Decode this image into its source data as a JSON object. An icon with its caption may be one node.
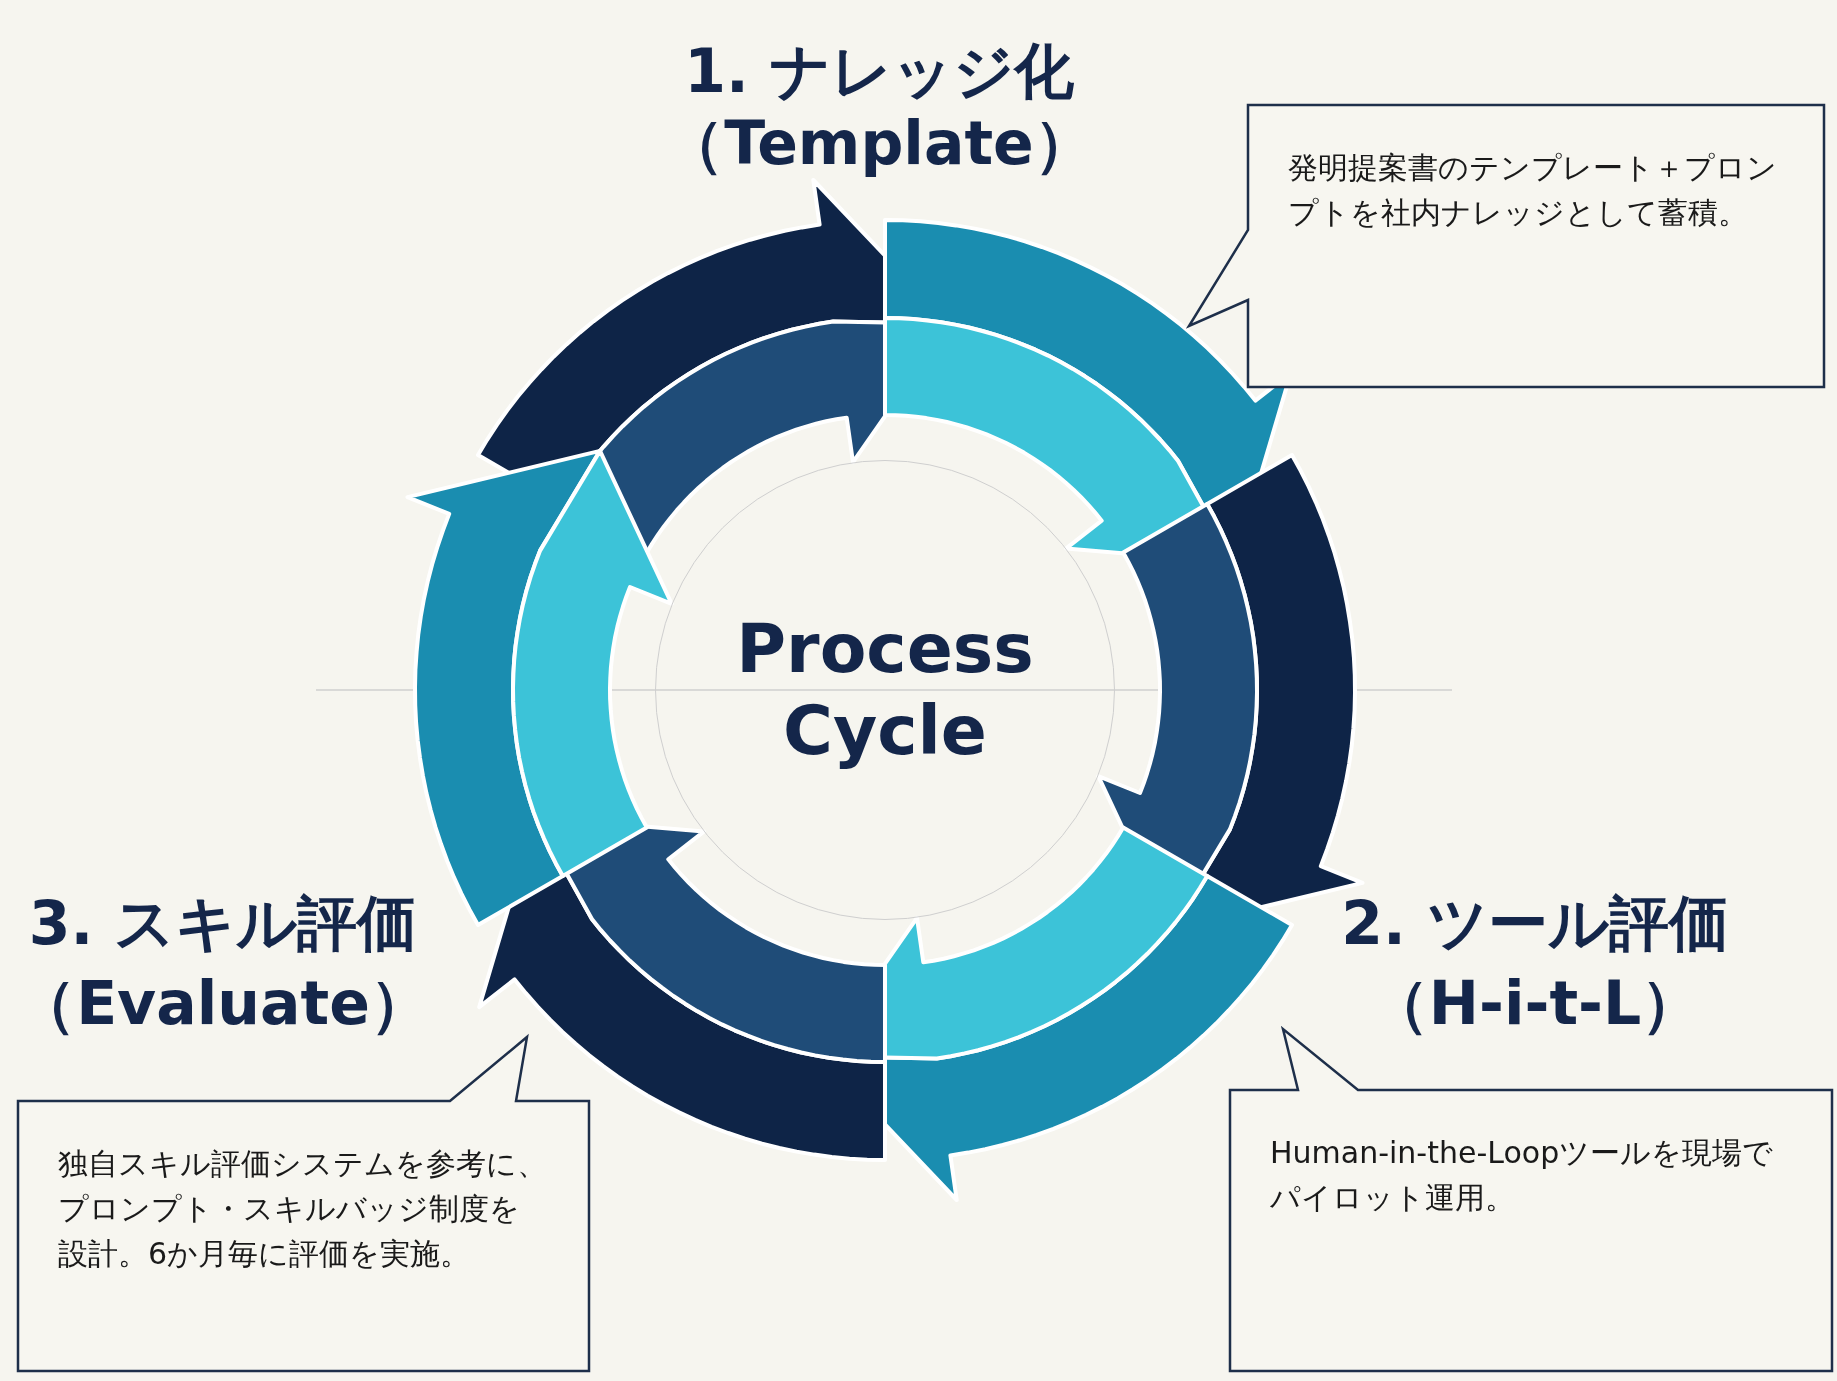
{
  "diagram": {
    "nodes": [
      {
        "text": [
          "Process Cycle"
        ]
      },
      {
        "text": [
          "発明提案書のテンプレート＋プロンプトを社内ナレッジとして蓄積。"
        ]
      },
      {
        "text": [
          "独自スキル評価システムを参考に、プロンプト・スキルバッジ制度を設計。6か月毎に評価を実施。"
        ]
      },
      {
        "text": [
          "Human-in-the-Loopツールを現場でパイロット運用。"
        ]
      }
    ],
    "labels": [
      "1. ナレッジ化",
      "（Template）",
      "3. スキル評価",
      "（Evaluate）",
      "2. ツール評価",
      "（H-i-t-L）"
    ]
  }
}
